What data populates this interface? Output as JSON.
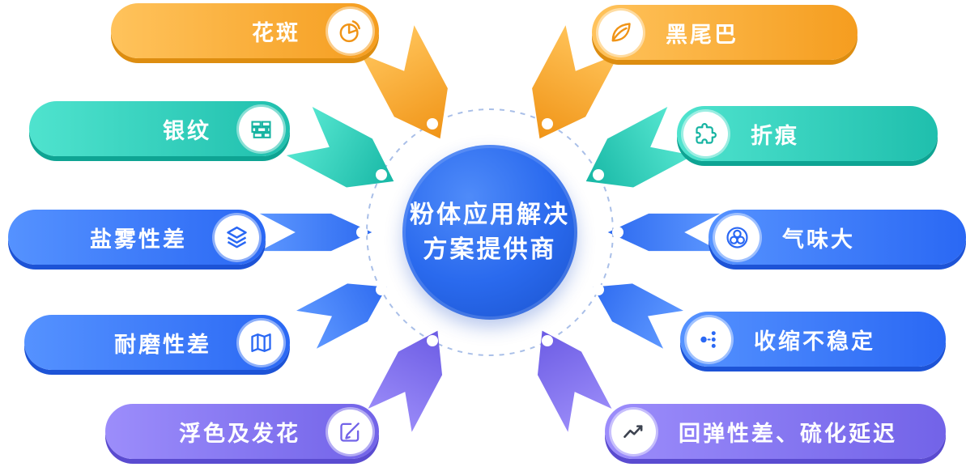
{
  "center": {
    "line1": "粉体应用解决",
    "line2": "方案提供商"
  },
  "items": [
    {
      "label": "花斑",
      "icon": "pie-chart",
      "side": "left",
      "color": "#f59d1f"
    },
    {
      "label": "黑尾巴",
      "icon": "leaf",
      "side": "right",
      "color": "#f59d1f"
    },
    {
      "label": "银纹",
      "icon": "bricks",
      "side": "left",
      "color": "#1fbfad"
    },
    {
      "label": "折痕",
      "icon": "puzzle",
      "side": "right",
      "color": "#1fbfad"
    },
    {
      "label": "盐雾性差",
      "icon": "layers",
      "side": "left",
      "color": "#2a68f4"
    },
    {
      "label": "气味大",
      "icon": "circles",
      "side": "right",
      "color": "#2a68f4"
    },
    {
      "label": "耐磨性差",
      "icon": "map",
      "side": "left",
      "color": "#2a68f4"
    },
    {
      "label": "收缩不稳定",
      "icon": "dots-chart",
      "side": "right",
      "color": "#2a68f4"
    },
    {
      "label": "浮色及发花",
      "icon": "pen",
      "side": "left",
      "color": "#7263e8"
    },
    {
      "label": "回弹性差、硫化延迟",
      "icon": "trend-line",
      "side": "right",
      "color": "#7263e8"
    }
  ],
  "colors": {
    "orange": "#f59d1f",
    "teal": "#1fbfad",
    "blue": "#2a68f4",
    "purple": "#7263e8",
    "center_blue": "#2a6aee",
    "dashed_ring": "#a9bfe8"
  }
}
